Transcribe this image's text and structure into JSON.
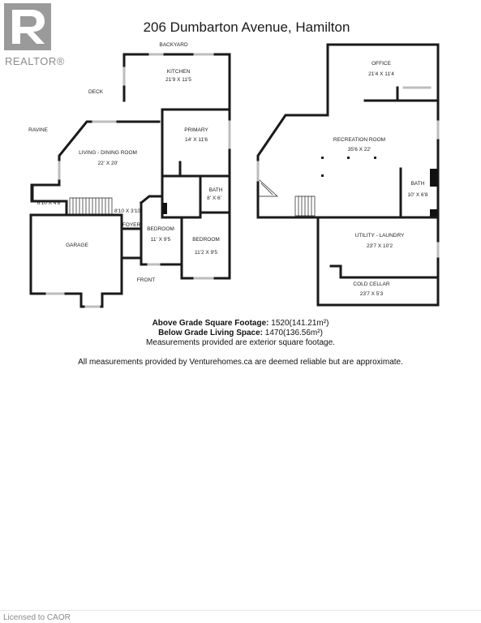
{
  "header": {
    "brand": "REALTOR®",
    "logo": "realtor-logo-icon",
    "title": "206 Dumbarton Avenue, Hamilton"
  },
  "plan": {
    "labels": {
      "backyard": "BACKYARD",
      "deck": "DECK",
      "ravine": "RAVINE",
      "kitchen": "KITCHEN",
      "kitchen_dim": "21'9 X 11'5",
      "primary": "PRIMARY",
      "primary_dim": "14' X 11'6",
      "living": "LIVING - DINING ROOM",
      "living_dim": "22' X 20'",
      "bath1": "BATH",
      "bath1_dim": "8' X 6'",
      "small_dim": "6'10 X 4'8",
      "hall_dim": "8'10 X 3'10",
      "foyer": "FOYER",
      "bedroom1": "BEDROOM",
      "bedroom1_dim": "11' X 9'5",
      "bedroom2": "BEDROOM",
      "bedroom2_dim": "11'2 X 9'5",
      "garage": "GARAGE",
      "front": "FRONT",
      "office": "OFFICE",
      "office_dim": "21'4 X 11'4",
      "recreation": "RECREATION ROOM",
      "recreation_dim": "35'6 X 22'",
      "bath2": "BATH",
      "bath2_dim": "10' X 6'8",
      "utility": "UTILITY - LAUNDRY",
      "utility_dim": "23'7 X 10'2",
      "cold": "COLD CELLAR",
      "cold_dim": "23'7 X 5'3"
    }
  },
  "info": {
    "above_label": "Above Grade Square Footage:",
    "above_value": "1520(141.21m²)",
    "below_label": "Below Grade Living Space:",
    "below_value": "1470(136.56m²)",
    "exterior_note": "Measurements provided are exterior square footage.",
    "disclaimer": "All measurements provided by Venturehomes.ca are deemed reliable but are approximate."
  },
  "footer": {
    "license": "Licensed to CAOR"
  }
}
